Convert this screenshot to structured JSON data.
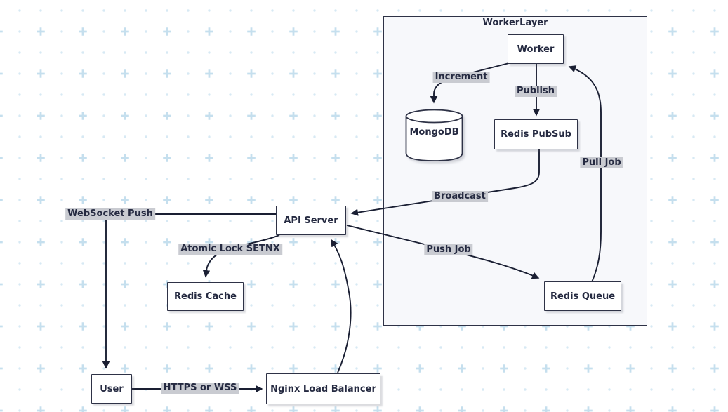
{
  "diagram": {
    "type": "flowchart",
    "group": {
      "title": "WorkerLayer"
    },
    "nodes": {
      "worker": "Worker",
      "mongodb": "MongoDB",
      "redis_pubsub": "Redis PubSub",
      "redis_queue": "Redis Queue",
      "api_server": "API Server",
      "redis_cache": "Redis Cache",
      "user": "User",
      "nginx": "Nginx Load Balancer"
    },
    "edge_labels": {
      "increment": "Increment",
      "publish": "Publish",
      "pull_job": "Pull Job",
      "broadcast": "Broadcast",
      "push_job": "Push Job",
      "websocket_push": "WebSocket Push",
      "atomic_lock": "Atomic Lock SETNX",
      "https_or_wss": "HTTPS or WSS"
    },
    "connections": [
      {
        "from": "Worker",
        "to": "MongoDB",
        "label": "Increment"
      },
      {
        "from": "Worker",
        "to": "Redis PubSub",
        "label": "Publish"
      },
      {
        "from": "Redis PubSub",
        "to": "API Server",
        "label": "Broadcast"
      },
      {
        "from": "API Server",
        "to": "Redis Queue",
        "label": "Push Job"
      },
      {
        "from": "Redis Queue",
        "to": "Worker",
        "label": "Pull Job"
      },
      {
        "from": "API Server",
        "to": "User",
        "label": "WebSocket Push"
      },
      {
        "from": "API Server",
        "to": "Redis Cache",
        "label": "Atomic Lock SETNX"
      },
      {
        "from": "User",
        "to": "Nginx Load Balancer",
        "label": "HTTPS or WSS"
      },
      {
        "from": "Nginx Load Balancer",
        "to": "API Server",
        "label": ""
      }
    ],
    "colors": {
      "node_fill": "#ffffff",
      "node_border": "#2e3246",
      "edge_stroke": "#1a1f33",
      "edge_label_bg": "#c9cbd1",
      "group_fill": "#f7f8fb",
      "text": "#252a41",
      "pattern_dot": "#d7e9f4",
      "pattern_plus": "#c5dfee"
    }
  }
}
